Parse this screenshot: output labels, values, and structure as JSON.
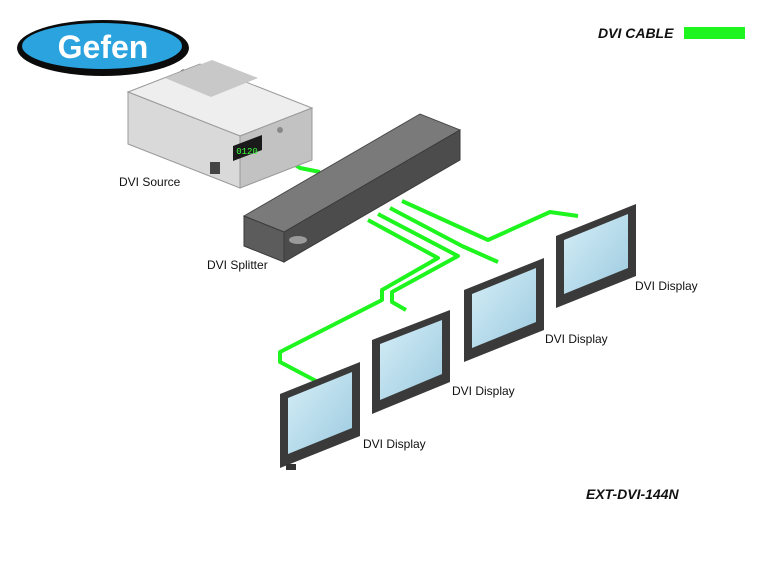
{
  "logo": {
    "text": "Gefen",
    "registered_mark": "®"
  },
  "legend": {
    "label": "DVI CABLE",
    "color": "#1ef51e"
  },
  "devices": {
    "source_label": "DVI Source",
    "source_display_readout": "0120",
    "splitter_label": "DVI Splitter",
    "display_labels": [
      "DVI Display",
      "DVI Display",
      "DVI Display",
      "DVI Display"
    ]
  },
  "model": "EXT-DVI-144N",
  "colors": {
    "cable": "#1ef51e",
    "logo_blue": "#2aa3df",
    "splitter": "#5c5c5c",
    "source_body": "#d8d8d8",
    "screen": "#b8dcea"
  }
}
